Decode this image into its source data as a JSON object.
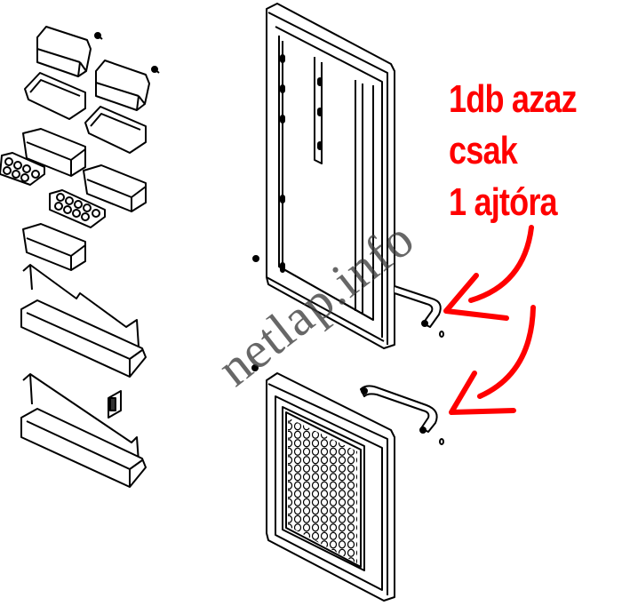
{
  "annotation": {
    "lines": [
      "1db azaz",
      "csak",
      "1 ajtóra"
    ],
    "color": "#ff0000"
  },
  "watermark": {
    "text": "netlap.info"
  },
  "parts": {
    "left_column": [
      "shelf-cover",
      "small-bin",
      "egg-tray",
      "deep-bin",
      "bottle-rack-with-rail",
      "bottle-rack-with-rail-and-clip"
    ],
    "right_column": [
      "upper-door-with-gasket",
      "upper-handle",
      "lower-door-with-gasket",
      "lower-handle",
      "screws"
    ]
  },
  "colors": {
    "line": "#000000",
    "background": "#ffffff",
    "arrow": "#ff0000"
  }
}
